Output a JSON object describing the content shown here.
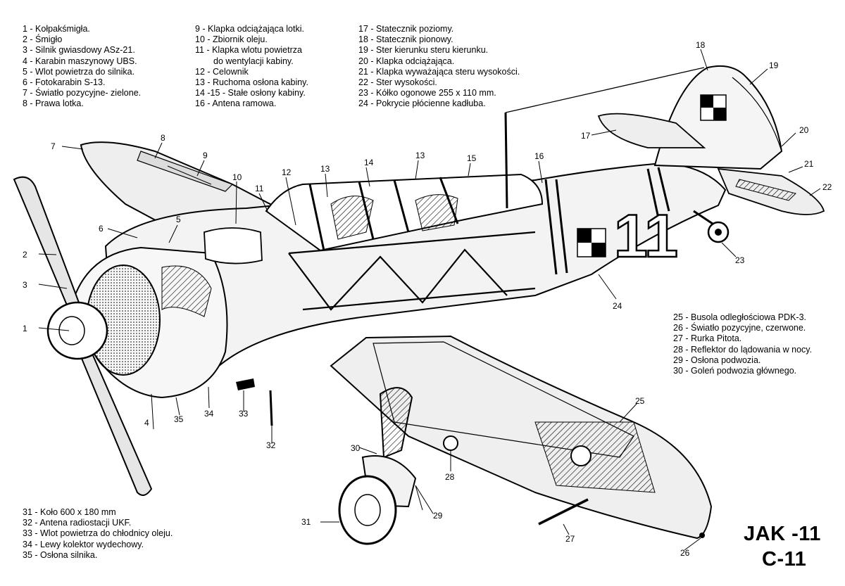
{
  "title": {
    "line1": "JAK -11",
    "line2": "C-11"
  },
  "legend": {
    "col1": [
      "1 - Kołpakśmigła.",
      "2 - Śmigło",
      "3 - Silnik gwiasdowy ASz-21.",
      "4 - Karabin maszynowy UBS.",
      "5 - Wlot powietrza do silnika.",
      "6 - Fotokarabin S-13.",
      "7 - Światło pozycyjne- zielone.",
      "8 - Prawa lotka."
    ],
    "col2": [
      "9 - Klapka odciążająca  lotki.",
      "10 - Zbiornik oleju.",
      "11 - Klapka wlotu powietrza",
      "do wentylacji kabiny.",
      "12 - Celownik",
      "13 - Ruchoma osłona kabiny.",
      "14 -15 - Stałe osłony kabiny.",
      "16 - Antena ramowa."
    ],
    "col3": [
      "17 - Statecznik poziomy.",
      "18 - Statecznik pionowy.",
      "19 - Ster kierunku steru kierunku.",
      "20 - Klapka odciążająca.",
      "21 - Klapka wyważająca steru wysokości.",
      "22 - Ster wysokości.",
      "23 - Kółko ogonowe 255 x 110 mm.",
      "24 - Pokrycie płócienne kadłuba."
    ],
    "col4": [
      "25 - Busola odległościowa PDK-3.",
      "26 - Światło pozycyjne, czerwone.",
      "27 - Rurka Pitota.",
      "28 - Reflektor do lądowania w nocy.",
      "29 - Osłona podwozia.",
      "30 - Goleń podwozia głównego."
    ],
    "col5": [
      "31 - Koło 600 x 180 mm",
      "32  - Antena radiostacji UKF.",
      "33 -  Wlot powietrza do chłodnicy oleju.",
      "34 - Lewy kolektor wydechowy.",
      "35 - Osłona silnika."
    ]
  },
  "callouts": [
    "1",
    "2",
    "3",
    "4",
    "5",
    "6",
    "7",
    "8",
    "9",
    "10",
    "11",
    "12",
    "13",
    "13",
    "14",
    "15",
    "16",
    "17",
    "18",
    "19",
    "20",
    "21",
    "22",
    "23",
    "24",
    "25",
    "26",
    "27",
    "28",
    "29",
    "30",
    "31",
    "32",
    "33",
    "34",
    "35"
  ],
  "fuselage_number": "11",
  "colors": {
    "ink": "#000000",
    "paper": "#ffffff",
    "shade": "#c8c8c8"
  }
}
